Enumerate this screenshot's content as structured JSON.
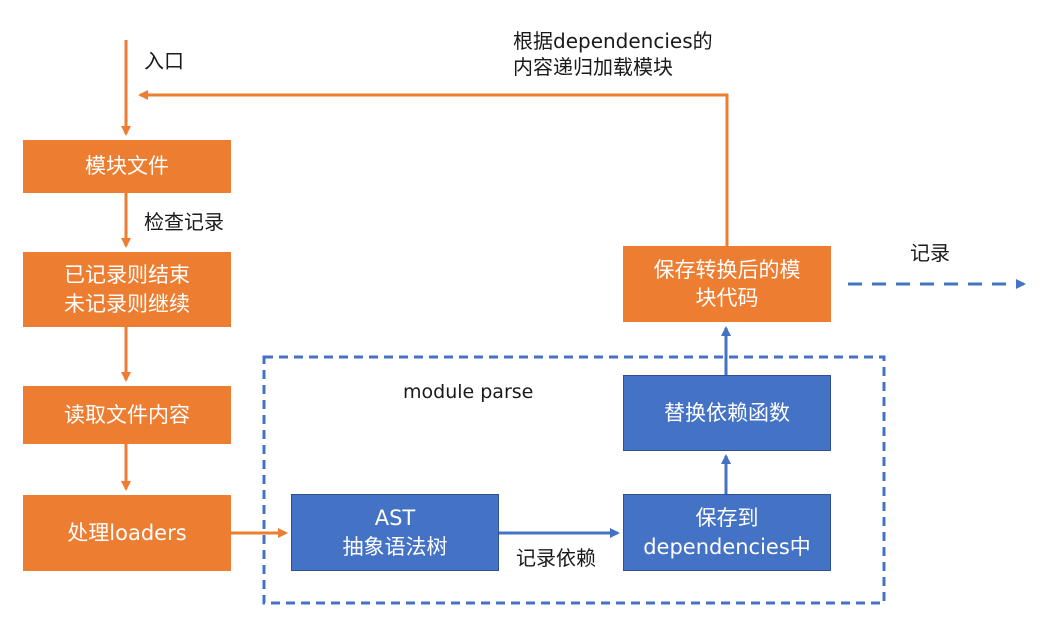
{
  "entry_label": "入口",
  "recurse_label": "根据dependencies的\n内容递归加载模块",
  "check_label": "检查记录",
  "record_deps_label": "记录依赖",
  "record_label": "记录",
  "module_parse_label": "module parse",
  "boxes": {
    "module_file": "模块文件",
    "cache_check": "已记录则结束\n未记录则继续",
    "read_file": "读取文件内容",
    "loaders": "处理loaders",
    "ast": "AST\n抽象语法树",
    "save_deps": "保存到\ndependencies中",
    "replace_deps": "替换依赖函数",
    "save_code": "保存转换后的模\n块代码"
  },
  "colors": {
    "orange": "#ed7d31",
    "blue": "#4472c4",
    "dashed_border": "#4472c4"
  }
}
